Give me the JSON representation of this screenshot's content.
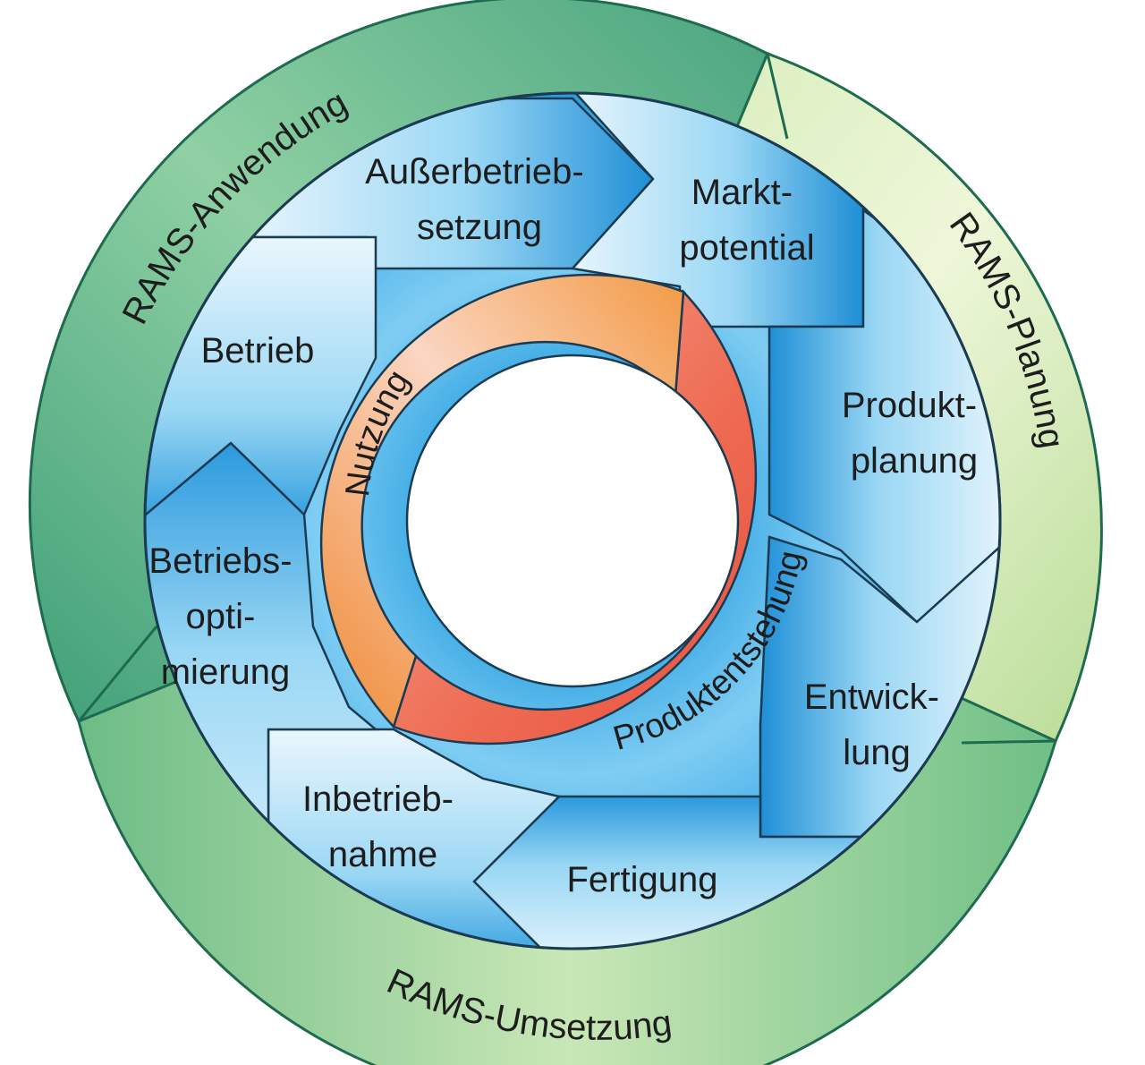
{
  "outer_ring": {
    "segments": [
      {
        "label": "RAMS-Planung",
        "color_light": "#e3f1c8",
        "color_dark": "#b4d98f"
      },
      {
        "label": "RAMS-Umsetzung",
        "color_light": "#c2e3b0",
        "color_dark": "#6fbf86"
      },
      {
        "label": "RAMS-Anwendung",
        "color_light": "#8fcfa2",
        "color_dark": "#3e9f78"
      }
    ],
    "border_color": "#1f6b4f"
  },
  "steps": [
    {
      "id": "marktpotential",
      "lines": [
        "Markt-",
        "potential"
      ]
    },
    {
      "id": "produktplanung",
      "lines": [
        "Produkt-",
        "planung"
      ]
    },
    {
      "id": "entwicklung",
      "lines": [
        "Entwick-",
        "lung"
      ]
    },
    {
      "id": "fertigung",
      "lines": [
        "Fertigung"
      ]
    },
    {
      "id": "inbetriebnahme",
      "lines": [
        "Inbetrieb-",
        "nahme"
      ]
    },
    {
      "id": "betriebsoptimierung",
      "lines": [
        "Betriebs-",
        "opti-",
        "mierung"
      ]
    },
    {
      "id": "betrieb",
      "lines": [
        "Betrieb"
      ]
    },
    {
      "id": "ausserbetriebsetzung",
      "lines": [
        "Außerbetrieb-",
        "setzung"
      ]
    }
  ],
  "inner_ring": {
    "segments": [
      {
        "label": "Produktentstehung",
        "color": "#ee6a52",
        "color_light": "#f7b09a"
      },
      {
        "label": "Nutzung",
        "color": "#f39a45",
        "color_light": "#f9cfb0"
      }
    ]
  },
  "colors": {
    "blue_light": "#e6f5fc",
    "blue_mid": "#8fd2f2",
    "blue_dark": "#1f8fd6",
    "outline": "#1b3b52"
  }
}
